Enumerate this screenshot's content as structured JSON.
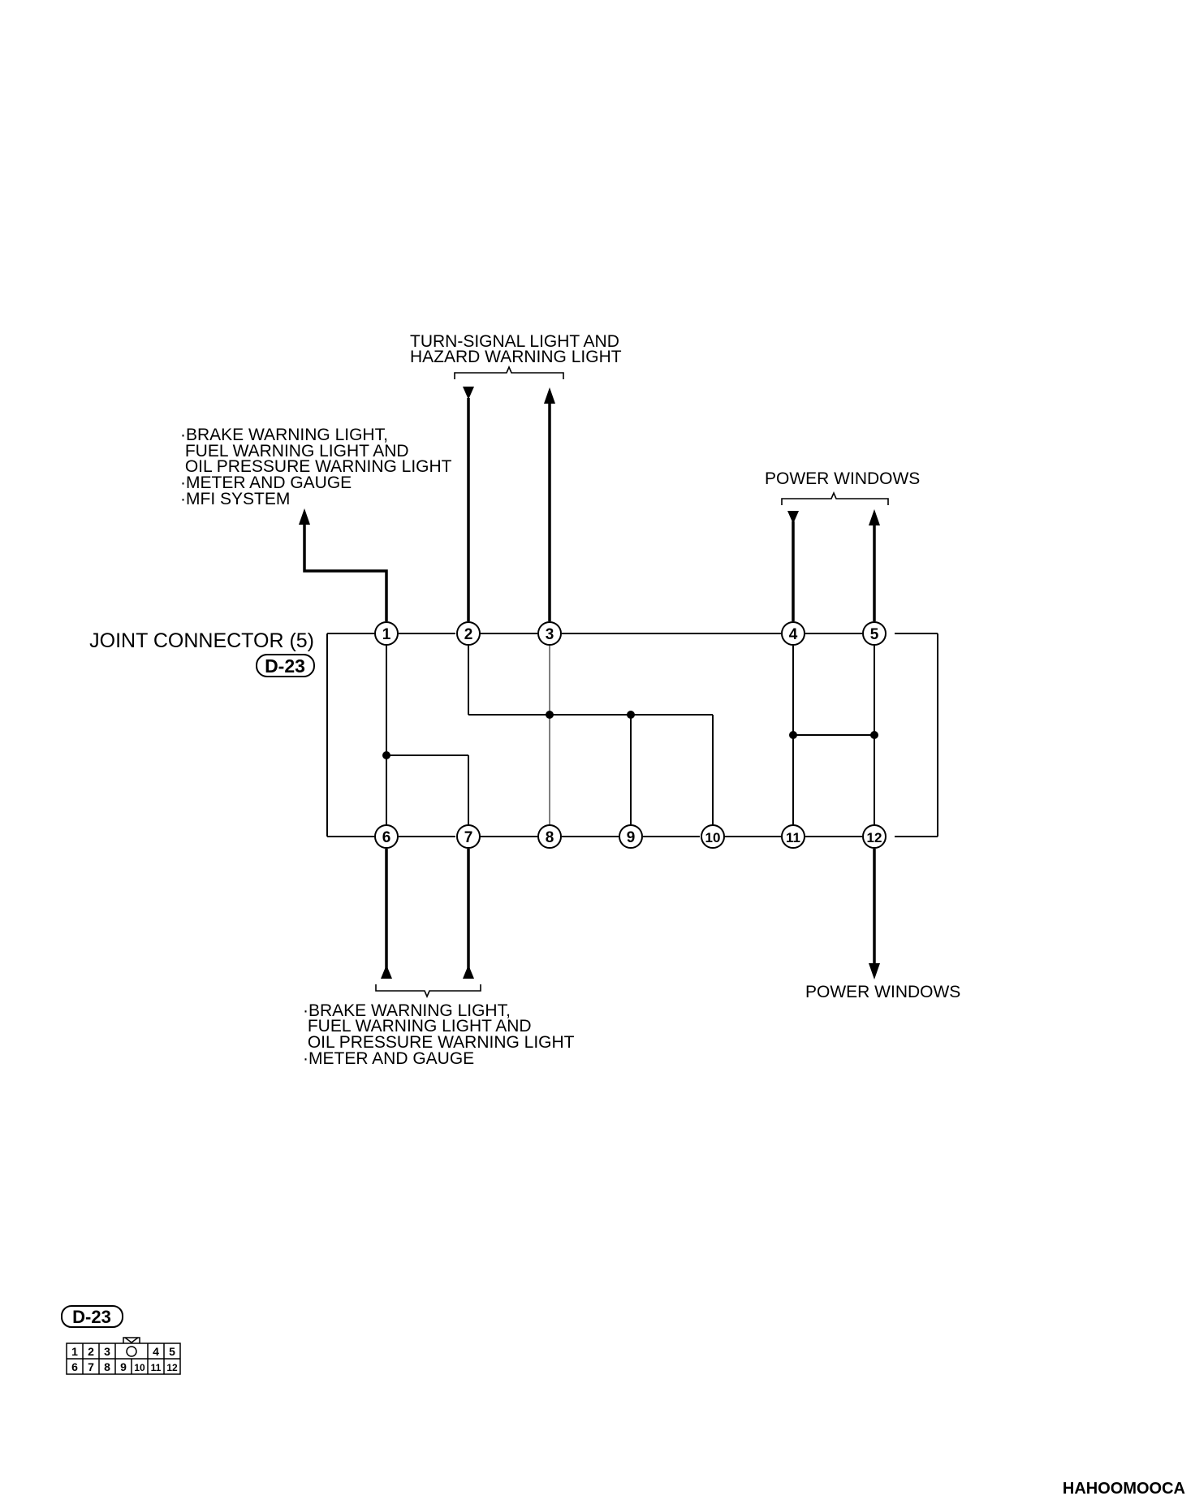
{
  "labels": {
    "turn_signal": [
      "TURN-SIGNAL LIGHT AND",
      "HAZARD WARNING LIGHT"
    ],
    "brake_top": [
      "·BRAKE WARNING LIGHT,",
      " FUEL WARNING LIGHT AND",
      " OIL PRESSURE WARNING LIGHT",
      "·METER AND GAUGE",
      "·MFI SYSTEM"
    ],
    "power_windows_top": "POWER WINDOWS",
    "joint_connector": "JOINT CONNECTOR (5)",
    "connector_code": "D-23",
    "brake_bottom": [
      "·BRAKE WARNING LIGHT,",
      " FUEL WARNING LIGHT AND",
      " OIL PRESSURE WARNING LIGHT",
      "·METER AND GAUGE"
    ],
    "power_windows_bottom": "POWER WINDOWS",
    "figure_code": "HAHOOMOOCA"
  },
  "pins": {
    "top": [
      "1",
      "2",
      "3",
      "4",
      "5"
    ],
    "bottom": [
      "6",
      "7",
      "8",
      "9",
      "10",
      "11",
      "12"
    ]
  },
  "connector_face": {
    "code": "D-23",
    "row1": [
      "1",
      "2",
      "3",
      "",
      "4",
      "5"
    ],
    "row2": [
      "6",
      "7",
      "8",
      "9",
      "10",
      "11",
      "12"
    ]
  }
}
